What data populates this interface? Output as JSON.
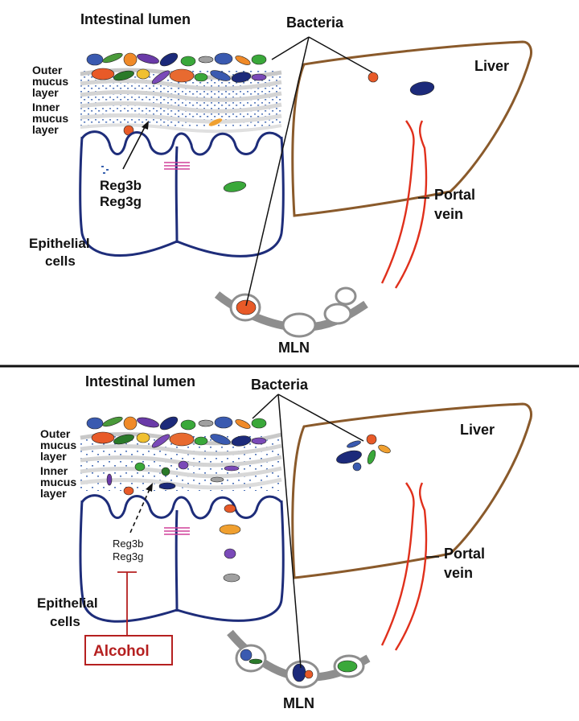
{
  "panels": [
    {
      "id": "healthy",
      "labels": {
        "lumen": "Intestinal lumen",
        "bacteria": "Bacteria",
        "outer": [
          "Outer",
          "mucus",
          "layer"
        ],
        "inner": [
          "Inner",
          "mucus",
          "layer"
        ],
        "reg": [
          "Reg3b",
          "Reg3g"
        ],
        "epithelial": [
          "Epithelial",
          "cells"
        ],
        "liver": "Liver",
        "portal": [
          "Portal",
          "vein"
        ],
        "mln": "MLN"
      }
    },
    {
      "id": "alcohol",
      "labels": {
        "lumen": "Intestinal lumen",
        "bacteria": "Bacteria",
        "outer": [
          "Outer",
          "mucus",
          "layer"
        ],
        "inner": [
          "Inner",
          "mucus",
          "layer"
        ],
        "reg": [
          "Reg3b",
          "Reg3g"
        ],
        "epithelial": [
          "Epithelial",
          "cells"
        ],
        "liver": "Liver",
        "portal": [
          "Portal",
          "vein"
        ],
        "mln": "MLN",
        "alcohol": "Alcohol"
      }
    }
  ],
  "colors": {
    "epithelium": "#1e2d7a",
    "liver": "#8a5a2b",
    "portal_vein": "#e0301c",
    "mucus": "#c8c8c8",
    "antimicrobial_dots": "#3a63b0",
    "tight_junction": "#d0409a",
    "alcohol": "#b52020",
    "mln": "#8e8e8e"
  }
}
